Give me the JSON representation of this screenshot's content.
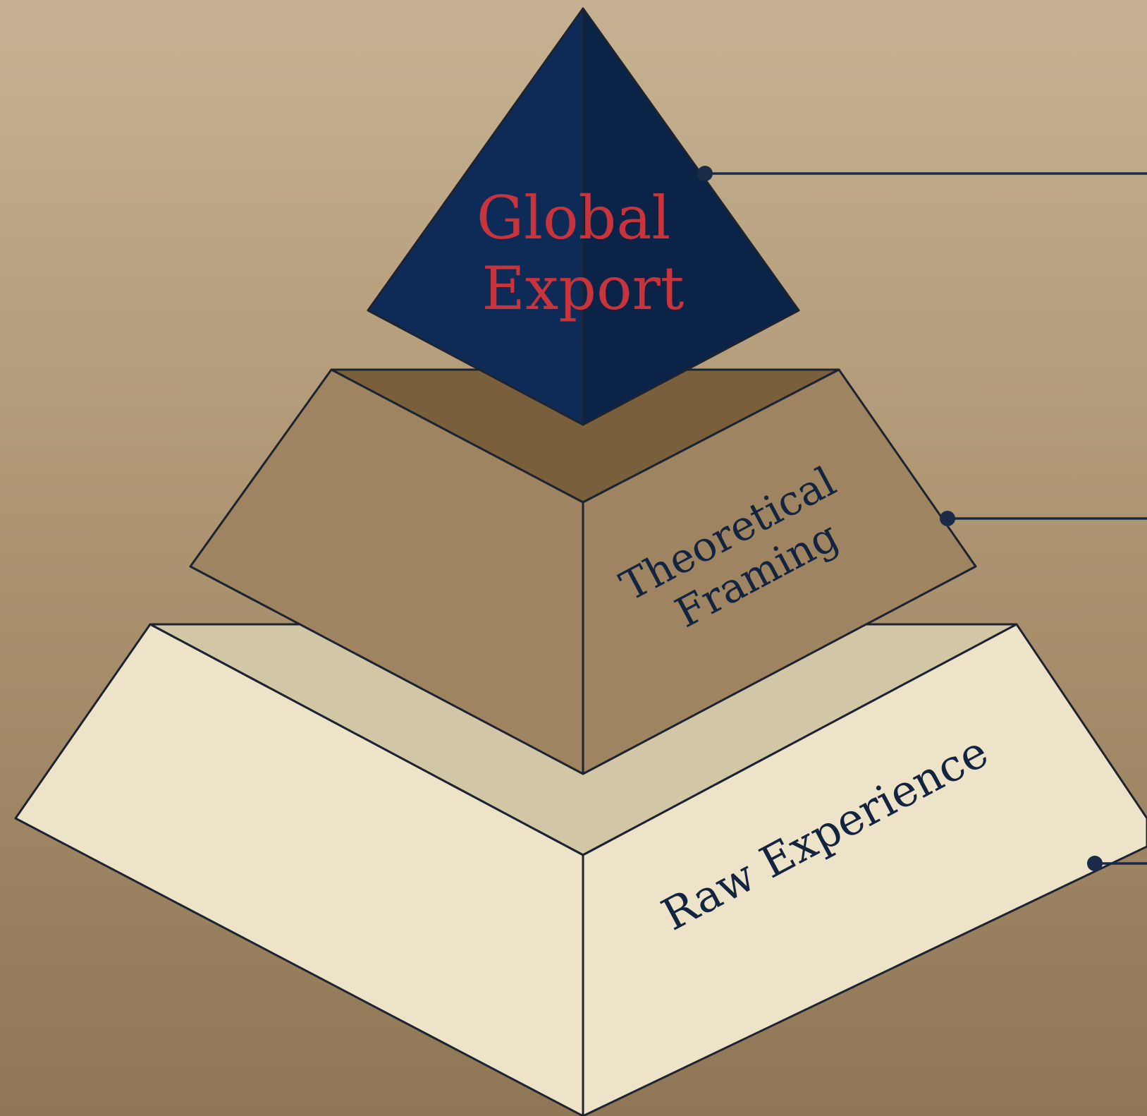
{
  "tiers": [
    {
      "id": "top",
      "lines": [
        "Global",
        "Export"
      ],
      "colors": {
        "text": "#c8343c",
        "face_left": "#0e2b57",
        "face_right": "#0b2347"
      }
    },
    {
      "id": "middle",
      "lines": [
        "Theoretical",
        "Framing"
      ],
      "colors": {
        "text": "#12243f",
        "face": "#9e8460",
        "top_face": "#7a5f3c"
      }
    },
    {
      "id": "bottom",
      "lines": [
        "Raw Experience"
      ],
      "colors": {
        "text": "#12243f",
        "face": "#ede3c8",
        "top_face": "#d1c6a6"
      }
    }
  ],
  "colors": {
    "outline": "#1d2330",
    "connector": "#1a2b48"
  }
}
